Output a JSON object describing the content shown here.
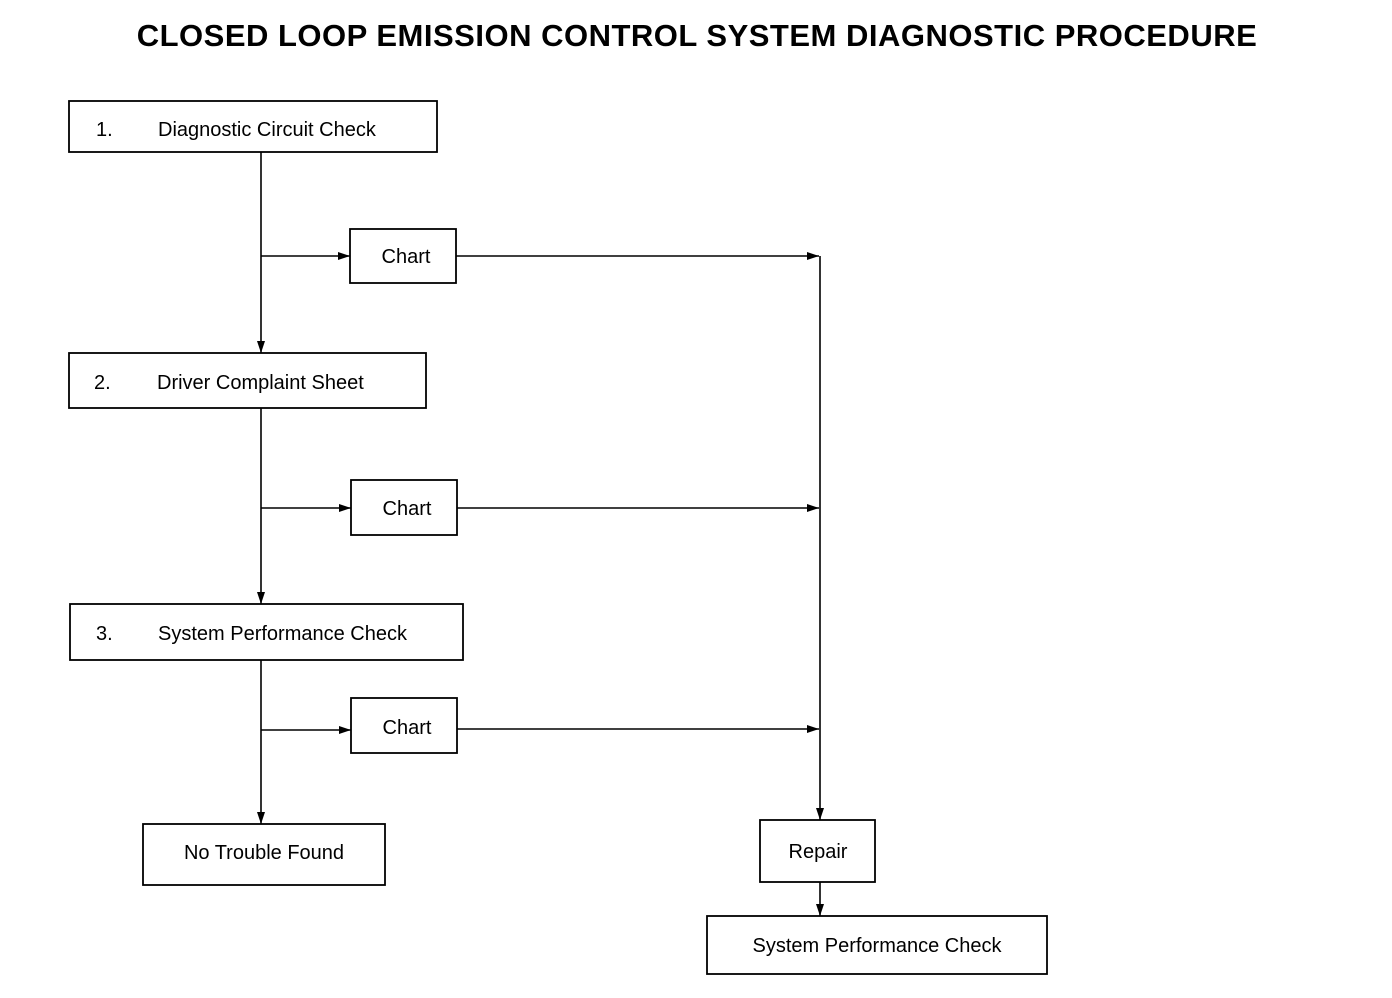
{
  "title": "CLOSED LOOP EMISSION CONTROL SYSTEM DIAGNOSTIC PROCEDURE",
  "steps": [
    {
      "number": "1.",
      "label": "Diagnostic Circuit Check"
    },
    {
      "number": "2.",
      "label": "Driver Complaint Sheet"
    },
    {
      "number": "3.",
      "label": "System Performance Check"
    }
  ],
  "charts": [
    {
      "label": "Chart"
    },
    {
      "label": "Chart"
    },
    {
      "label": "Chart"
    }
  ],
  "outcomes": {
    "no_trouble": "No Trouble Found",
    "repair": "Repair",
    "final_check": "System Performance Check"
  }
}
